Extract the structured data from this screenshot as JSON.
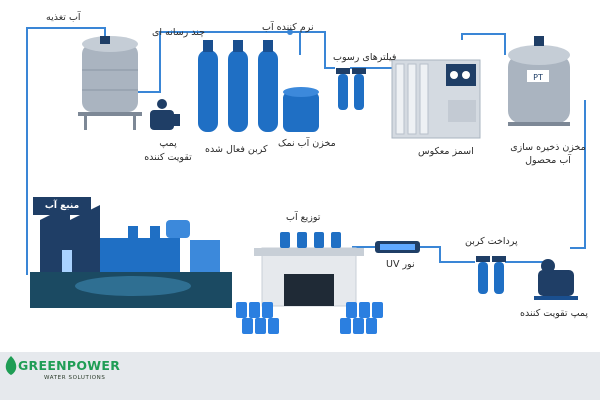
{
  "labels": {
    "feed_water": "آب تغذیه",
    "multimedia": "چند رسانه ای",
    "softener": "نرم کننده آب",
    "sediment_filters": "فیلترهای رسوب",
    "booster_pump_top_1": "پمپ",
    "booster_pump_top_2": "تقویت کننده",
    "activated_carbon": "کربن فعال شده",
    "salt_tank": "مخزن آب نمک",
    "reverse_osmosis": "اسمز معکوس",
    "product_tank_1": "مخزن ذخیره سازی",
    "product_tank_2": "آب محصول",
    "water_source": "منبع آب",
    "distribution": "توزیع آب",
    "uv_light": "نور UV",
    "polishing_carbon": "پرداخت کربن",
    "booster_pump_bottom": "پمپ تقویت کننده",
    "pt_badge": "PT"
  },
  "brand": {
    "name": "GREENPOWER",
    "subtitle": "WATER SOLUTIONS"
  },
  "colors": {
    "pipe": "#3a86d6",
    "vessel_blue": "#1f6fc4",
    "vessel_dark": "#1a4f8f",
    "steel": "#aab4c0",
    "dark_navy": "#1f3e66",
    "ground": "#1b4a62",
    "brand_green": "#1f9d55"
  }
}
